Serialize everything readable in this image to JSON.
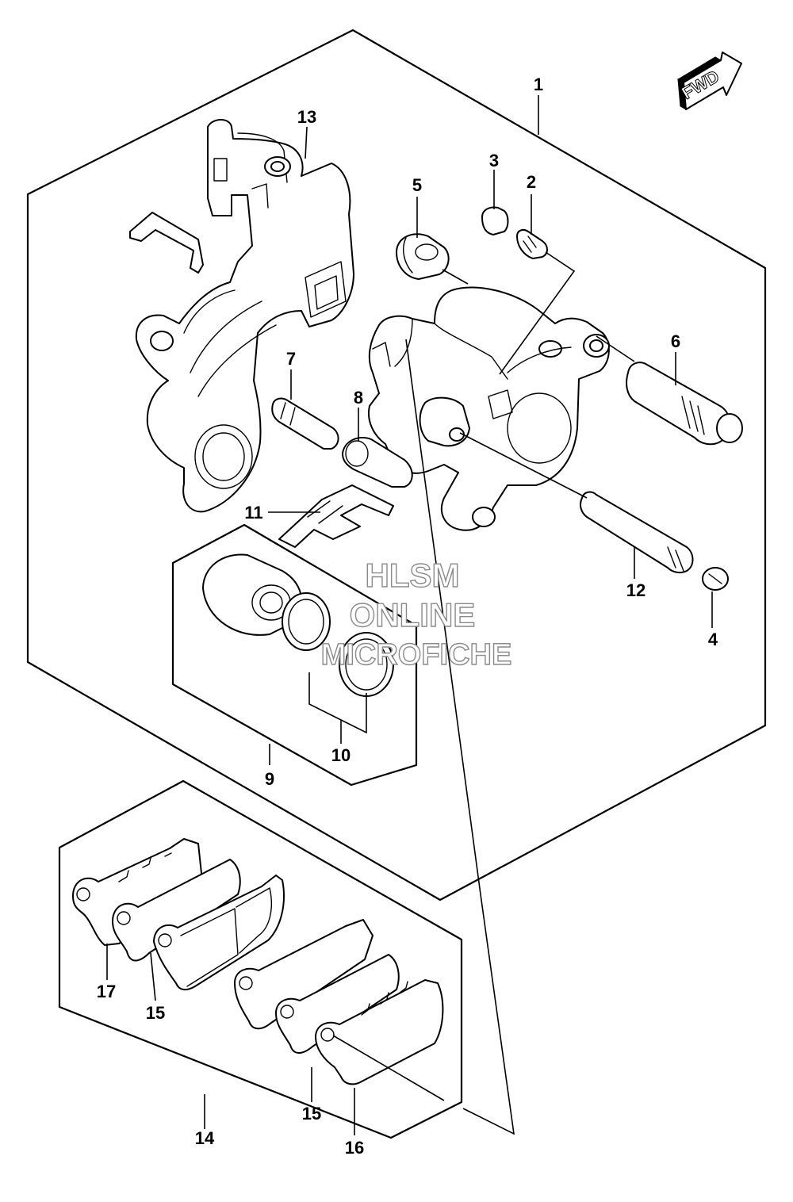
{
  "fwd_label": "FWD",
  "watermark": {
    "line1": "HLSM",
    "line2": "ONLINE",
    "line3": "MICROFICHE"
  },
  "callouts": {
    "c1": "1",
    "c2": "2",
    "c3": "3",
    "c4": "4",
    "c5": "5",
    "c6": "6",
    "c7": "7",
    "c8": "8",
    "c9": "9",
    "c10": "10",
    "c11": "11",
    "c12": "12",
    "c13": "13",
    "c14": "14",
    "c15a": "15",
    "c15b": "15",
    "c16": "16",
    "c17": "17"
  }
}
